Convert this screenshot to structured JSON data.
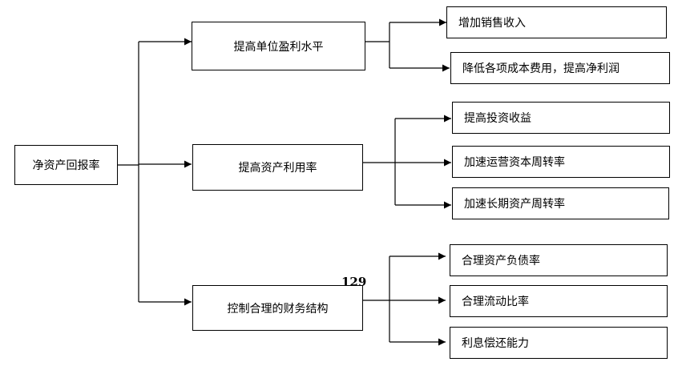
{
  "root": {
    "label": "净资产回报率"
  },
  "branches": [
    {
      "label": "提高单位盈利水平",
      "children": [
        "增加销售收入",
        "降低各项成本费用，提高净利润"
      ]
    },
    {
      "label": "提高资产利用率",
      "children": [
        "提高投资收益",
        "加速运营资本周转率",
        "加速长期资产周转率"
      ]
    },
    {
      "label": "控制合理的财务结构",
      "children": [
        "合理资产负债率",
        "合理流动比率",
        "利息偿还能力"
      ]
    }
  ],
  "page_number": "129"
}
